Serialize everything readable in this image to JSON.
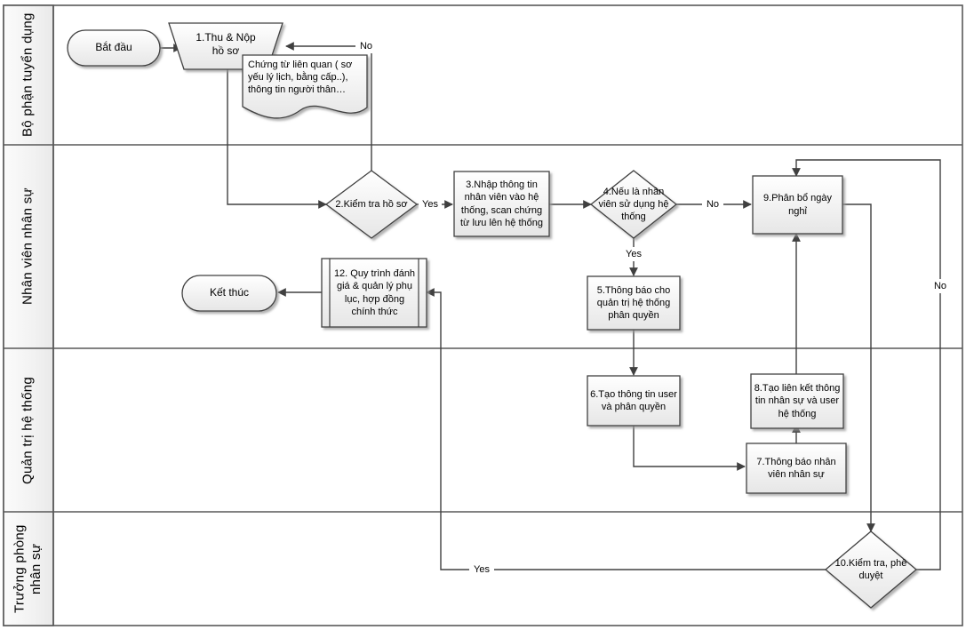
{
  "diagram": {
    "title": "Quy trinh tuyen dung - swimlane flowchart",
    "colors": {
      "lane_border": "#595959",
      "lane_header_fill": "#f2f2f2",
      "node_fill_top": "#ffffff",
      "node_fill_bottom": "#e8e8e8",
      "node_border": "#404040",
      "connector": "#404040",
      "text": "#000000",
      "page_background": "#ffffff"
    },
    "lanes": [
      {
        "id": "lane-recruitment",
        "label": "Bộ phận tuyển dụng"
      },
      {
        "id": "lane-hr-staff",
        "label": "Nhân viên nhân sự"
      },
      {
        "id": "lane-sysadmin",
        "label": "Quản trị hệ thống"
      },
      {
        "id": "lane-hr-manager",
        "label": "Trưởng phòng\nnhân sự"
      }
    ],
    "nodes": [
      {
        "id": "start",
        "shape": "terminator",
        "label": "Bắt đầu",
        "lane": "lane-recruitment"
      },
      {
        "id": "n1",
        "shape": "trapezoid",
        "label": "1.Thu & Nộp\nhồ sơ",
        "lane": "lane-recruitment"
      },
      {
        "id": "note1",
        "shape": "document",
        "label": "Chứng từ liên quan ( sơ yếu lý lịch, bằng cấp..), thông tin người thân…",
        "lane": "lane-recruitment"
      },
      {
        "id": "n2",
        "shape": "decision",
        "label": "2.Kiểm tra hồ sơ",
        "lane": "lane-hr-staff"
      },
      {
        "id": "n3",
        "shape": "process",
        "label": "3.Nhập thông tin nhân viên vào hệ thống, scan chứng từ lưu lên hệ thống",
        "lane": "lane-hr-staff"
      },
      {
        "id": "n4",
        "shape": "decision",
        "label": "4.Nếu là nhân viên sử dụng hệ thống",
        "lane": "lane-hr-staff"
      },
      {
        "id": "n9",
        "shape": "process",
        "label": "9.Phân bổ ngày nghỉ",
        "lane": "lane-hr-staff"
      },
      {
        "id": "n5",
        "shape": "process",
        "label": "5.Thông báo cho quản trị hệ thống phân quyền",
        "lane": "lane-hr-staff"
      },
      {
        "id": "n12",
        "shape": "predefined",
        "label": "12. Quy trình đánh giá & quản lý phụ lục, hợp đồng chính thức",
        "lane": "lane-hr-staff"
      },
      {
        "id": "end",
        "shape": "terminator",
        "label": "Kết thúc",
        "lane": "lane-hr-staff"
      },
      {
        "id": "n6",
        "shape": "process",
        "label": "6.Tạo thông tin user và phân quyền",
        "lane": "lane-sysadmin"
      },
      {
        "id": "n8",
        "shape": "process",
        "label": "8.Tạo liên kết thông tin nhân sự và user hệ thống",
        "lane": "lane-sysadmin"
      },
      {
        "id": "n7",
        "shape": "process",
        "label": "7.Thông báo nhân viên nhân sự",
        "lane": "lane-sysadmin"
      },
      {
        "id": "n10",
        "shape": "decision",
        "label": "10.Kiểm tra, phê duyệt",
        "lane": "lane-hr-manager"
      }
    ],
    "edge_labels": [
      {
        "id": "edge-label-no-top",
        "text": "No",
        "from": "n2",
        "to": "n1"
      },
      {
        "id": "edge-label-yes-n2",
        "text": "Yes",
        "from": "n2",
        "to": "n3"
      },
      {
        "id": "edge-label-no-n4",
        "text": "No",
        "from": "n4",
        "to": "n9"
      },
      {
        "id": "edge-label-yes-n4",
        "text": "Yes",
        "from": "n4",
        "to": "n5"
      },
      {
        "id": "edge-label-no-n10",
        "text": "No",
        "from": "n10",
        "to": "n9"
      },
      {
        "id": "edge-label-yes-n10",
        "text": "Yes",
        "from": "n10",
        "to": "n12"
      }
    ]
  }
}
